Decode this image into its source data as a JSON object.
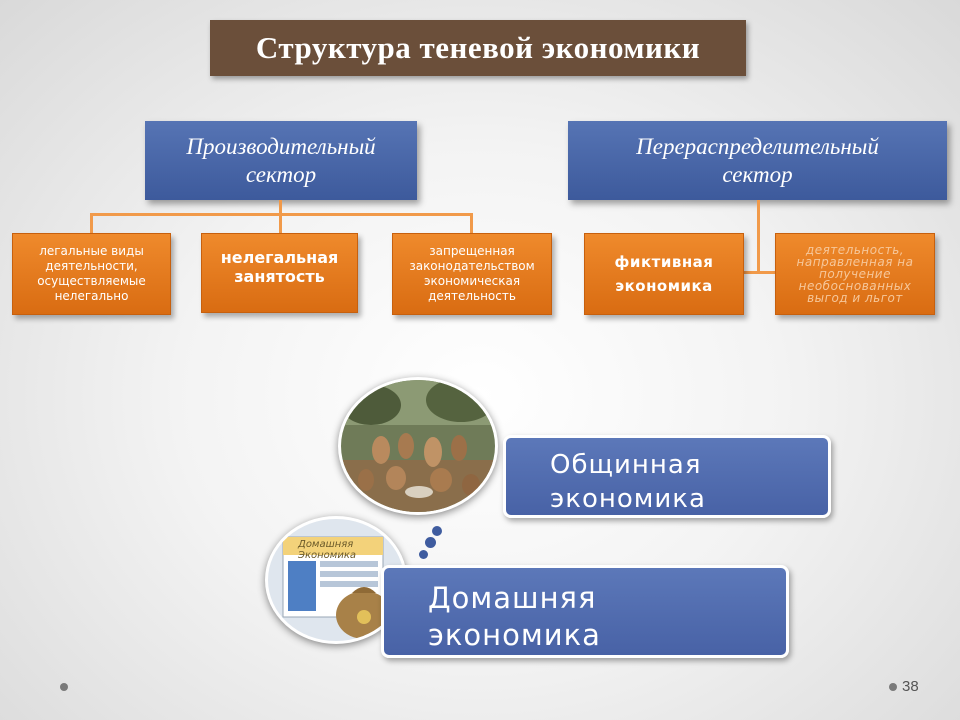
{
  "title": "Структура теневой экономики",
  "productive_sector": {
    "lines": [
      "Производительный",
      "сектор"
    ],
    "items": [
      {
        "lines": [
          "легальные виды",
          "деятельности,",
          "осуществляемые",
          "нелегально"
        ]
      },
      {
        "lines": [
          "нелегальная",
          "занятость"
        ]
      },
      {
        "lines": [
          "запрещенная",
          "законодательством",
          "экономическая",
          "деятельность"
        ]
      }
    ]
  },
  "redistributive_sector": {
    "lines": [
      "Перераспределительный",
      "сектор"
    ],
    "items": [
      {
        "lines": [
          "фиктивная",
          "экономика"
        ]
      },
      {
        "lines": [
          "деятельность,",
          "направленная на",
          "получение",
          "необоснованных",
          "выгод и льгот"
        ]
      }
    ]
  },
  "communal_economy": {
    "lines": [
      "Общинная",
      "экономика"
    ]
  },
  "home_economy": {
    "lines": [
      "Домашняя",
      "экономика"
    ]
  },
  "home_picture_caption": "Домашняя Экономика",
  "page_number": "38",
  "colors": {
    "title_bg": "#6b4f3a",
    "sector_blue": "#4a67a8",
    "orange": "#e57a1e",
    "panel_blue": "#5470b3"
  }
}
